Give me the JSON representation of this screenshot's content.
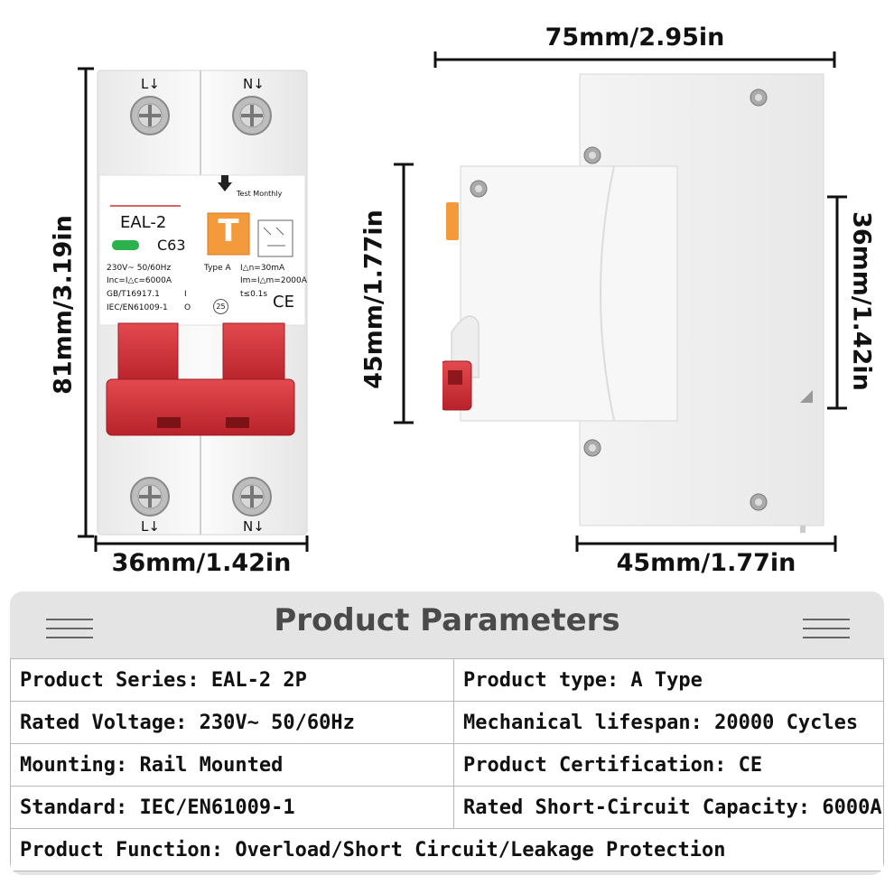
{
  "dimensions": {
    "width_front": "36mm/1.42in",
    "height_front": "81mm/3.19in",
    "side_width": "75mm/2.95in",
    "side_depth": "45mm/1.77in",
    "side_mid_height": "45mm/1.77in",
    "side_rail_height": "36mm/1.42in"
  },
  "device": {
    "terminal_top_left": "L↓",
    "terminal_top_right": "N↓",
    "terminal_bottom_left": "L↓",
    "terminal_bottom_right": "N↓",
    "test_label": "Test Monthly",
    "test_button": "T",
    "model": "EAL-2",
    "rating": "C63",
    "spec_voltage": "230V~ 50/60Hz",
    "spec_inc": "Inc=I△c=6000A",
    "spec_gb": "GB/T16917.1",
    "spec_iec": "IEC/EN61009-1",
    "spec_type": "Type A",
    "spec_idn": "I△n=30mA",
    "spec_im": "Im=I△m=2000A",
    "spec_ts": "t≤0.1s",
    "spec_25": "25",
    "spec_ce": "CE",
    "spec_io_i": "I",
    "spec_io_o": "O"
  },
  "params": {
    "title": "Product Parameters",
    "rows": [
      [
        "Product Series: EAL-2 2P",
        "Product type: A Type"
      ],
      [
        "Rated Voltage: 230V∼ 50/60Hz",
        "Mechanical lifespan: 20000 Cycles"
      ],
      [
        "Mounting: Rail Mounted",
        "Product Certification: CE"
      ],
      [
        "Standard: IEC/EN61009-1",
        "Rated Short-Circuit Capacity: 6000A"
      ]
    ],
    "function": "Product Function: Overload/Short Circuit/Leakage Protection"
  },
  "colors": {
    "handle_red": "#d8323a",
    "test_orange": "#f39a3c",
    "led_green": "#2bb24c"
  }
}
